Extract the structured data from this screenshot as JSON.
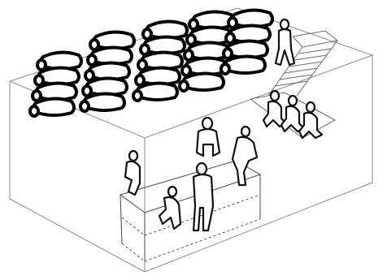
{
  "diagram": {
    "style": "line-drawing",
    "subject": "cutaway-of-a-room",
    "groups": [
      {
        "id": "kneeling-rows",
        "rows": 5,
        "figures_per_row": [
          4,
          5,
          5,
          5,
          4
        ]
      },
      {
        "id": "stair-walkers",
        "count": 1
      },
      {
        "id": "kneeling-on-landing",
        "count": 3
      },
      {
        "id": "standing-on-platform",
        "count": 5
      }
    ],
    "colors": {
      "line": "#000000",
      "box": "#8a8a8a",
      "background": "#ffffff"
    }
  }
}
